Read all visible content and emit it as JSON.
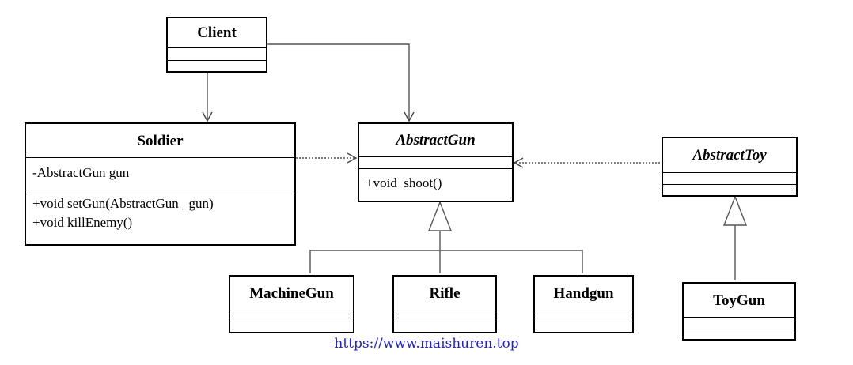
{
  "classes": {
    "client": {
      "name": "Client",
      "attributes": [],
      "methods": []
    },
    "soldier": {
      "name": "Soldier",
      "attributes": [
        "-AbstractGun gun"
      ],
      "methods": [
        "+void setGun(AbstractGun _gun)",
        "+void killEnemy()"
      ]
    },
    "abstract_gun": {
      "name": "AbstractGun",
      "abstract": true,
      "attributes": [],
      "methods": [
        "+void  shoot()"
      ]
    },
    "abstract_toy": {
      "name": "AbstractToy",
      "abstract": true,
      "attributes": [],
      "methods": []
    },
    "machine_gun": {
      "name": "MachineGun",
      "attributes": [],
      "methods": []
    },
    "rifle": {
      "name": "Rifle",
      "attributes": [],
      "methods": []
    },
    "handgun": {
      "name": "Handgun",
      "attributes": [],
      "methods": []
    },
    "toy_gun": {
      "name": "ToyGun",
      "attributes": [],
      "methods": []
    }
  },
  "relations": [
    {
      "from": "Client",
      "to": "Soldier",
      "type": "association"
    },
    {
      "from": "Client",
      "to": "AbstractGun",
      "type": "association"
    },
    {
      "from": "Soldier",
      "to": "AbstractGun",
      "type": "dependency"
    },
    {
      "from": "AbstractToy",
      "to": "AbstractGun",
      "type": "dependency"
    },
    {
      "from": "MachineGun",
      "to": "AbstractGun",
      "type": "generalization"
    },
    {
      "from": "Rifle",
      "to": "AbstractGun",
      "type": "generalization"
    },
    {
      "from": "Handgun",
      "to": "AbstractGun",
      "type": "generalization"
    },
    {
      "from": "ToyGun",
      "to": "AbstractToy",
      "type": "generalization"
    }
  ],
  "watermark": "https://www.maishuren.top"
}
